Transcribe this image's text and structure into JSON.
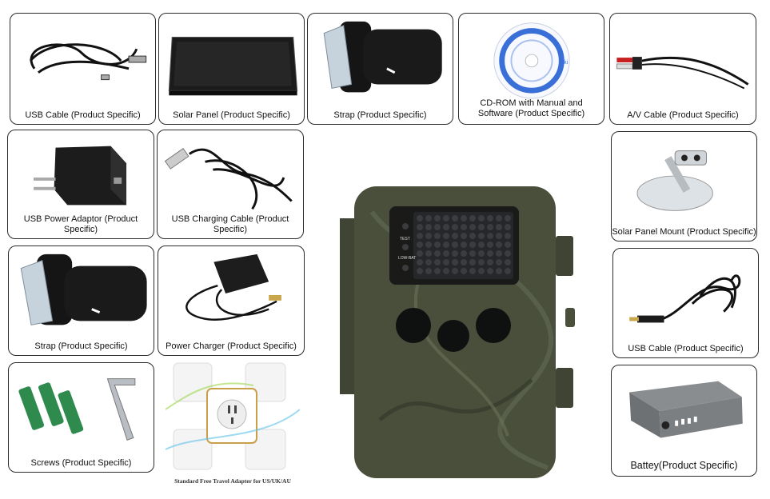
{
  "items": [
    {
      "label": "USB Cable (Product Specific)",
      "icon": "usb-cable-icon"
    },
    {
      "label": "Solar Panel (Product Specific)",
      "icon": "solar-panel-icon"
    },
    {
      "label": "Strap (Product Specific)",
      "icon": "strap-icon"
    },
    {
      "label_line1": "CD-ROM with Manual and",
      "label_line2": "Software (Product Specific)",
      "icon": "cd-rom-icon"
    },
    {
      "label": "A/V Cable (Product Specific)",
      "icon": "av-cable-icon"
    },
    {
      "label": "USB Power Adaptor (Product Specific)",
      "icon": "power-adaptor-icon"
    },
    {
      "label": "USB Charging Cable (Product Specific)",
      "icon": "charging-cable-icon"
    },
    {
      "label": "Solar Panel Mount (Product Specific)",
      "icon": "panel-mount-icon"
    },
    {
      "label": "Strap (Product Specific)",
      "icon": "strap-icon"
    },
    {
      "label": "Power Charger (Product Specific)",
      "icon": "power-charger-icon"
    },
    {
      "label": "USB Cable (Product Specific)",
      "icon": "usb-cable-icon"
    },
    {
      "label": "Screws (Product Specific)",
      "icon": "screws-icon"
    },
    {
      "label": "Battey(Product Specific)",
      "icon": "battery-icon"
    }
  ],
  "adapter_caption": "Standard Free Travel Adapter for US/UK/AU",
  "camera": {
    "led_test": "TEST",
    "led_lowbat": "LOW-BAT",
    "cd_label": "fiiki"
  },
  "colors": {
    "border": "#2b2b2b",
    "camo": "#4a4f3c",
    "black": "#111111"
  }
}
